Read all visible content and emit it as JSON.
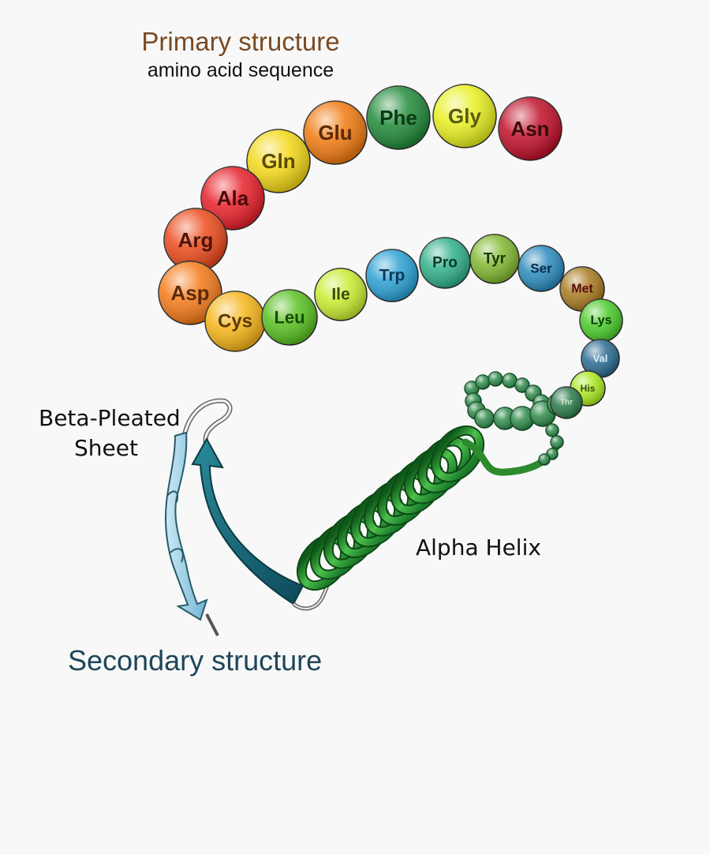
{
  "title": "Primary structure",
  "subtitle": "amino acid sequence",
  "labels": {
    "beta_line1": "Beta-Pleated",
    "beta_line2": "Sheet",
    "alpha_helix": "Alpha Helix",
    "secondary": "Secondary structure"
  },
  "amino_acids": [
    {
      "name": "Asn",
      "color": "#c0102a",
      "text_color": "#3a0a0a"
    },
    {
      "name": "Gly",
      "color": "#e8f020",
      "text_color": "#5a5a10"
    },
    {
      "name": "Phe",
      "color": "#228a3a",
      "text_color": "#0c3a14"
    },
    {
      "name": "Glu",
      "color": "#f07a10",
      "text_color": "#5a2a08"
    },
    {
      "name": "Gln",
      "color": "#f4d818",
      "text_color": "#5a4a08"
    },
    {
      "name": "Ala",
      "color": "#e8202a",
      "text_color": "#4a0a0a"
    },
    {
      "name": "Arg",
      "color": "#ec4a1c",
      "text_color": "#4a1408"
    },
    {
      "name": "Asp",
      "color": "#f47a1a",
      "text_color": "#5a2a08"
    },
    {
      "name": "Cys",
      "color": "#f6b418",
      "text_color": "#5a3a08"
    },
    {
      "name": "Leu",
      "color": "#58c020",
      "text_color": "#1a4a08"
    },
    {
      "name": "Ile",
      "color": "#c8ec30",
      "text_color": "#3a4a08"
    },
    {
      "name": "Trp",
      "color": "#2aa0d4",
      "text_color": "#0a3a5a"
    },
    {
      "name": "Pro",
      "color": "#30b08a",
      "text_color": "#0a3a2a"
    },
    {
      "name": "Tyr",
      "color": "#80b830",
      "text_color": "#1a3a08"
    },
    {
      "name": "Ser",
      "color": "#2a8abc",
      "text_color": "#0a2a4a"
    },
    {
      "name": "Met",
      "color": "#a87a20",
      "text_color": "#5a0a0a"
    },
    {
      "name": "Lys",
      "color": "#4acc2a",
      "text_color": "#0a3a08"
    },
    {
      "name": "Val",
      "color": "#2a6a90",
      "text_color": "#dfefff"
    },
    {
      "name": "His",
      "color": "#a8e820",
      "text_color": "#3a4a08"
    },
    {
      "name": "Thr",
      "color": "#2a7a4a",
      "text_color": "#c8e8d0"
    }
  ],
  "colors": {
    "title": "#7a4a22",
    "secondary": "#1e4658",
    "helix": "#2e8a2e",
    "beta_sheet": "#8cc8e0",
    "beta_arrow": "#1a6a7a"
  }
}
